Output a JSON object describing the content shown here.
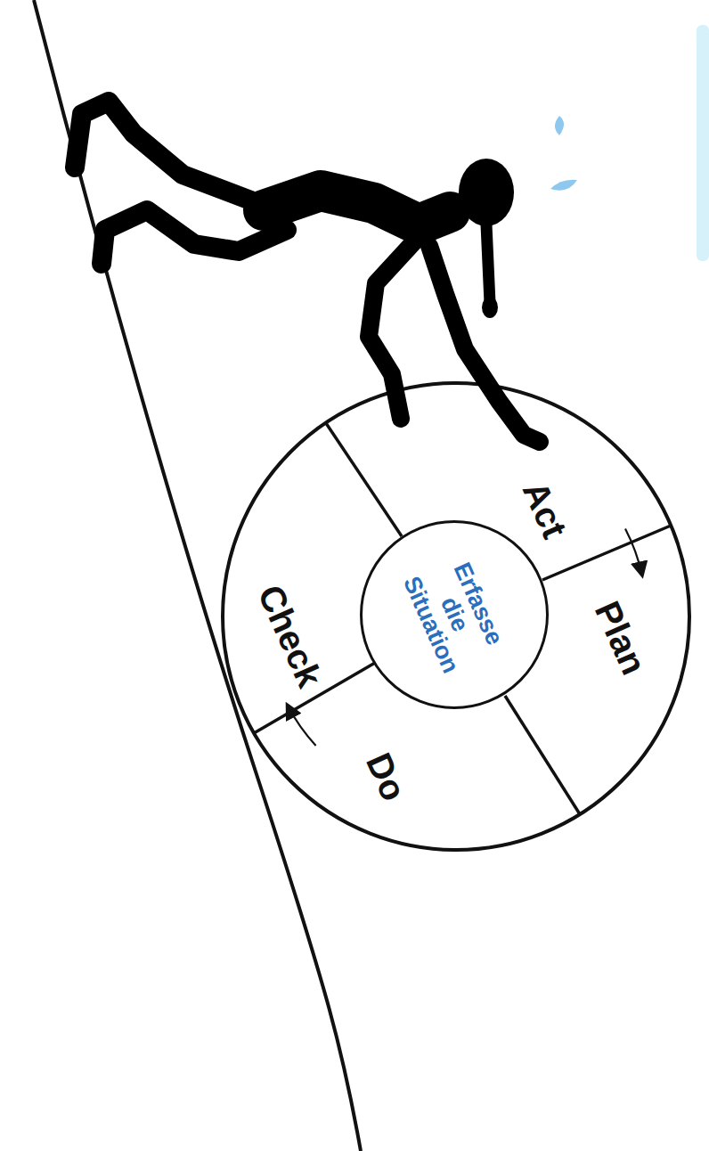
{
  "diagram": {
    "nodes": [
      {
        "text": [
          "Act"
        ]
      },
      {
        "text": [
          "Plan"
        ]
      },
      {
        "text": [
          "Do"
        ]
      },
      {
        "text": [
          "Check"
        ]
      },
      {
        "text": [
          "Erfasse die Situation"
        ]
      }
    ],
    "edges": [
      {
        "from": 0,
        "to": 1,
        "arrow": "to"
      },
      {
        "from": 2,
        "to": 3,
        "arrow": "to"
      }
    ]
  }
}
